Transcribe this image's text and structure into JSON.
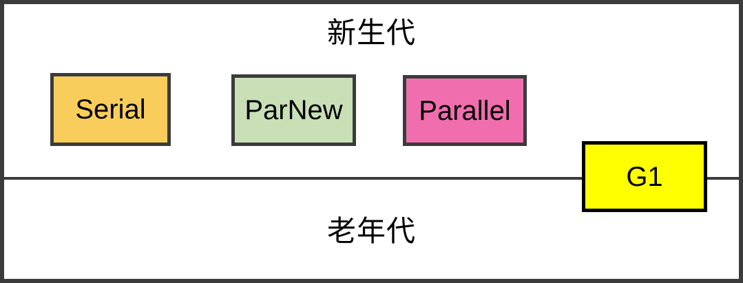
{
  "diagram": {
    "title_semantic": "JVM garbage collectors by generation",
    "regions": {
      "young": {
        "label": "新生代"
      },
      "old": {
        "label": "老年代"
      }
    },
    "collectors": [
      {
        "id": "serial",
        "label": "Serial",
        "fill": "#F8CD5C",
        "border_color": "#3B3B3B",
        "region": "young"
      },
      {
        "id": "parnew",
        "label": "ParNew",
        "fill": "#C9DFB6",
        "border_color": "#3B3B3B",
        "region": "young"
      },
      {
        "id": "parallel",
        "label": "Parallel",
        "fill": "#F06EAE",
        "border_color": "#3B3B3B",
        "region": "young"
      },
      {
        "id": "g1",
        "label": "G1",
        "fill": "#FFFF00",
        "border_color": "#000000",
        "region": "both"
      }
    ],
    "colors": {
      "outline": "#3B3B3B",
      "divider": "#3B3B3B",
      "background": "#FFFFFF",
      "text": "#000000"
    }
  }
}
